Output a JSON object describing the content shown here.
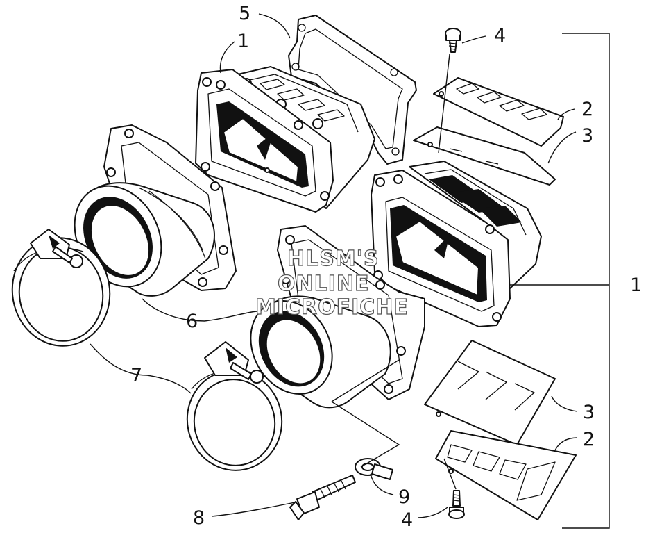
{
  "diagram": {
    "callouts": {
      "c1_top": "1",
      "c1_right": "1",
      "c2_top": "2",
      "c2_bottom": "2",
      "c3_top": "3",
      "c3_bottom": "3",
      "c4_top": "4",
      "c4_bottom": "4",
      "c5": "5",
      "c6": "6",
      "c7": "7",
      "c8": "8",
      "c9": "9"
    },
    "watermark": {
      "line1": "HLSM'S",
      "line2": "ONLINE",
      "line3": "MICROFICHE"
    }
  }
}
